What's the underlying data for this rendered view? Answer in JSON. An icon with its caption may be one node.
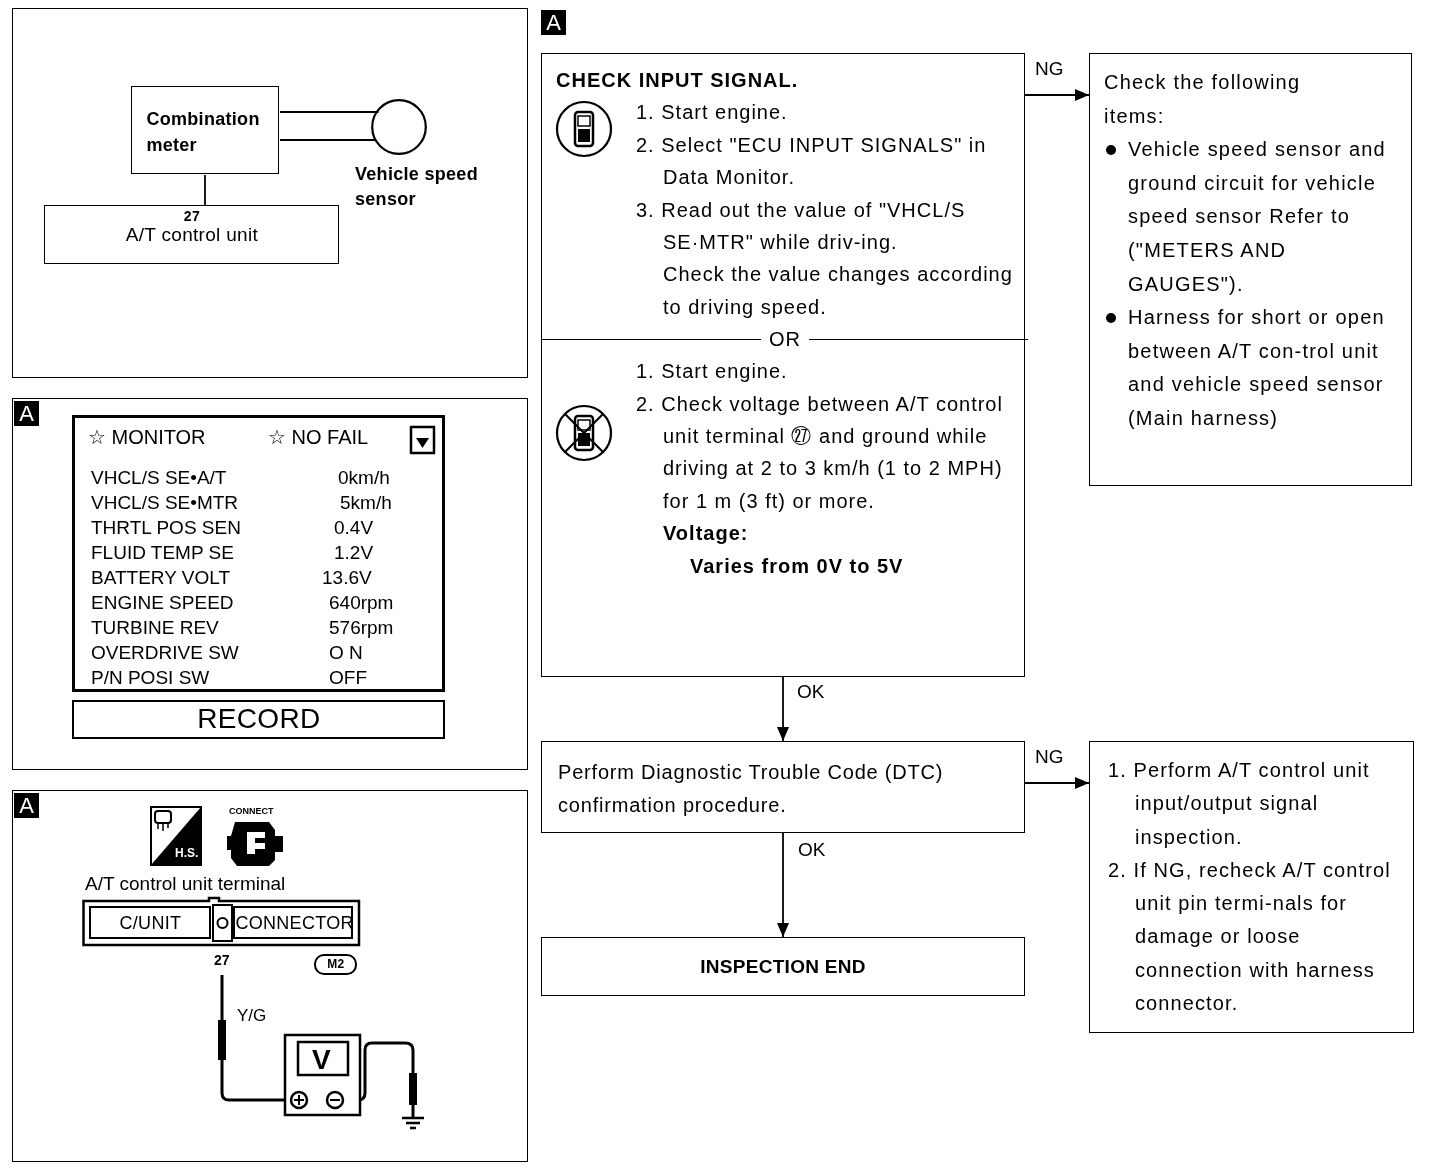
{
  "diagram": {
    "nodes": [
      {
        "text": [],
        "shape": "box"
      },
      {
        "text": [
          "Combination meter"
        ],
        "in": 0
      },
      {
        "text": [],
        "shape": "circle",
        "in": 0,
        "beside": [
          "Vehicle speed sensor"
        ]
      },
      {
        "text": [
          "27",
          "A/T control unit"
        ],
        "in": 0
      },
      {
        "text": [],
        "shape": "box"
      },
      {
        "text": [],
        "shape": "box",
        "in": 4
      },
      {
        "text": [
          "RECORD"
        ],
        "in": 4
      },
      {
        "text": [],
        "shape": "box"
      },
      {
        "text": [
          "C/UNIT"
        ],
        "in": 7
      },
      {
        "text": [
          "CONNECTOR"
        ],
        "in": 7
      },
      {
        "text": [
          "M2"
        ],
        "in": 7
      },
      {
        "text": [
          "CHECK INPUT SIGNAL.",
          "1. Start engine.",
          "2. Select \"ECU INPUT SIGNALS\" in Data Monitor.",
          "3. Read out the value of \"VHCL/S SE·MTR\" while driv-ing.",
          "Check the value changes according to driving speed.",
          "OR",
          "1. Start engine.",
          "2. Check voltage between A/T control unit terminal ㉗ and ground while driving at 2 to 3 km/h (1 to 2 MPH) for 1 m (3 ft) or more.",
          "Voltage:",
          "Varies from 0V to 5V"
        ]
      },
      {
        "text": [
          "Check the following items:",
          "Vehicle speed sensor and ground circuit for vehicle speed sensor Refer to (\"METERS AND GAUGES\").",
          "Harness for short or open between A/T con-trol unit and vehicle speed sensor (Main harness)"
        ]
      },
      {
        "text": [
          "Perform Diagnostic Trouble Code (DTC) confirmation procedure."
        ]
      },
      {
        "text": [
          "1. Perform A/T control unit input/output signal inspection.",
          "2. If NG, recheck A/T control unit pin termi-nals for damage or loose connection with harness connector."
        ]
      },
      {
        "text": [
          "INSPECTION END"
        ]
      }
    ],
    "edges": [
      {
        "from": 1,
        "to": 2,
        "arrow": "none"
      },
      {
        "from": 1,
        "to": 2,
        "arrow": "none"
      },
      {
        "from": 1,
        "to": 3,
        "arrow": "none"
      },
      {
        "from": 11,
        "to": 12,
        "arrow": "to",
        "label": "NG"
      },
      {
        "from": 11,
        "to": 13,
        "arrow": "to",
        "label": "OK"
      },
      {
        "from": 13,
        "to": 14,
        "arrow": "to",
        "label": "NG"
      },
      {
        "from": 13,
        "to": 15,
        "arrow": "to",
        "label": "OK"
      }
    ],
    "labels": [
      "A",
      "☆ MONITOR",
      "☆ NO FAIL",
      "VHCL/S SE•A/T",
      "0km/h",
      "VHCL/S SE•MTR",
      "5km/h",
      "THRTL POS SEN",
      "0.4V",
      "FLUID TEMP SE",
      "1.2V",
      "BATTERY VOLT",
      "13.6V",
      "ENGINE SPEED",
      "640rpm",
      "TURBINE REV",
      "576rpm",
      "OVERDRIVE SW",
      "O N",
      "P/N POSI SW",
      "OFF",
      "A",
      "H.S.",
      "CONNECT",
      "A/T control unit terminal",
      "27",
      "Y/G",
      "V",
      "A"
    ]
  }
}
